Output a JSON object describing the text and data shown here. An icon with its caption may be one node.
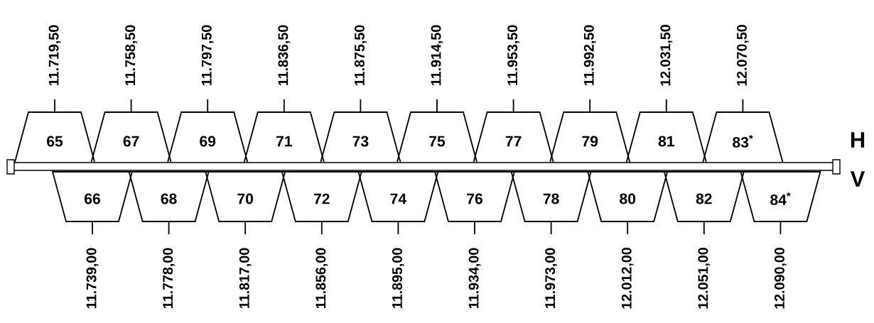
{
  "diagram": {
    "nodes": [
      {
        "text": [
          "65"
        ],
        "beside": [
          "11.719,50"
        ]
      },
      {
        "text": [
          "66"
        ],
        "beside": [
          "11.739,00"
        ]
      },
      {
        "text": [
          "67"
        ],
        "beside": [
          "11.758,50"
        ]
      },
      {
        "text": [
          "68"
        ],
        "beside": [
          "11.778,00"
        ]
      },
      {
        "text": [
          "69"
        ],
        "beside": [
          "11.797,50"
        ]
      },
      {
        "text": [
          "70"
        ],
        "beside": [
          "11.817,00"
        ]
      },
      {
        "text": [
          "71"
        ],
        "beside": [
          "11.836,50"
        ]
      },
      {
        "text": [
          "72"
        ],
        "beside": [
          "11.856,00"
        ]
      },
      {
        "text": [
          "73"
        ],
        "beside": [
          "11.875,50"
        ]
      },
      {
        "text": [
          "74"
        ],
        "beside": [
          "11.895,00"
        ]
      },
      {
        "text": [
          "75"
        ],
        "beside": [
          "11.914,50"
        ]
      },
      {
        "text": [
          "76"
        ],
        "beside": [
          "11.934,00"
        ]
      },
      {
        "text": [
          "77"
        ],
        "beside": [
          "11.953,50"
        ]
      },
      {
        "text": [
          "78"
        ],
        "beside": [
          "11.973,00"
        ]
      },
      {
        "text": [
          "79"
        ],
        "beside": [
          "11.992,50"
        ]
      },
      {
        "text": [
          "80"
        ],
        "beside": [
          "12.012,00"
        ]
      },
      {
        "text": [
          "81"
        ],
        "beside": [
          "12.031,50"
        ]
      },
      {
        "text": [
          "82"
        ],
        "beside": [
          "12.051,00"
        ]
      },
      {
        "text": [
          "83$^{*}$"
        ],
        "beside": [
          "12.070,50"
        ]
      },
      {
        "text": [
          "84$^{*}$"
        ],
        "beside": [
          "12.090,00"
        ]
      }
    ],
    "labels": [
      "H",
      "V"
    ]
  }
}
